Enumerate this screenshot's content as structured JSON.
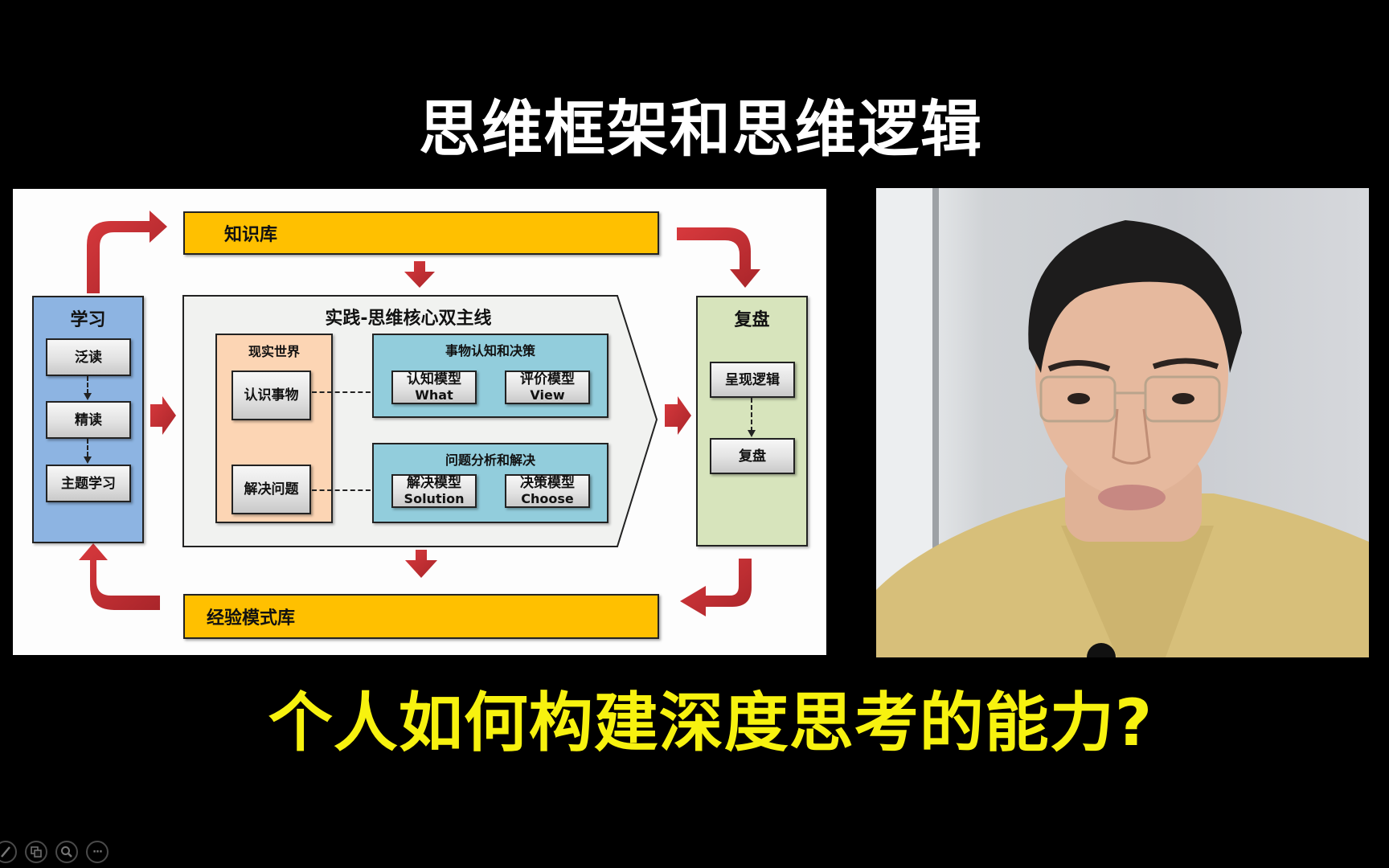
{
  "video": {
    "title": "思维框架和思维逻辑",
    "subtitle": "个人如何构建深度思考的能力?"
  },
  "diagram": {
    "knowledge_bar": "知识库",
    "experience_bar": "经验模式库",
    "study": {
      "title": "学习",
      "steps": [
        "泛读",
        "精读",
        "主题学习"
      ]
    },
    "practice": {
      "title": "实践-思维核心双主线",
      "real_world": {
        "title": "现实世界",
        "items": [
          "认识事物",
          "解决问题"
        ]
      },
      "cognition": {
        "title": "事物认知和决策",
        "models": [
          {
            "cn": "认知模型",
            "en": "What"
          },
          {
            "cn": "评价模型",
            "en": "View"
          }
        ]
      },
      "problem": {
        "title": "问题分析和解决",
        "models": [
          {
            "cn": "解决模型",
            "en": "Solution"
          },
          {
            "cn": "决策模型",
            "en": "Choose"
          }
        ]
      }
    },
    "review": {
      "title": "复盘",
      "steps": [
        "呈现逻辑",
        "复盘"
      ]
    },
    "colors": {
      "bar": "#ffc000",
      "study": "#8db4e2",
      "practice": "#f1f2f0",
      "real_world": "#fcd5b4",
      "blue_panel": "#92cddc",
      "review": "#d7e4bc",
      "arrow": "#c0272d"
    }
  },
  "toolbar": {
    "buttons": [
      {
        "icon": "pen-icon"
      },
      {
        "icon": "slides-icon"
      },
      {
        "icon": "zoom-icon"
      },
      {
        "icon": "more-icon",
        "label": "···"
      }
    ]
  }
}
